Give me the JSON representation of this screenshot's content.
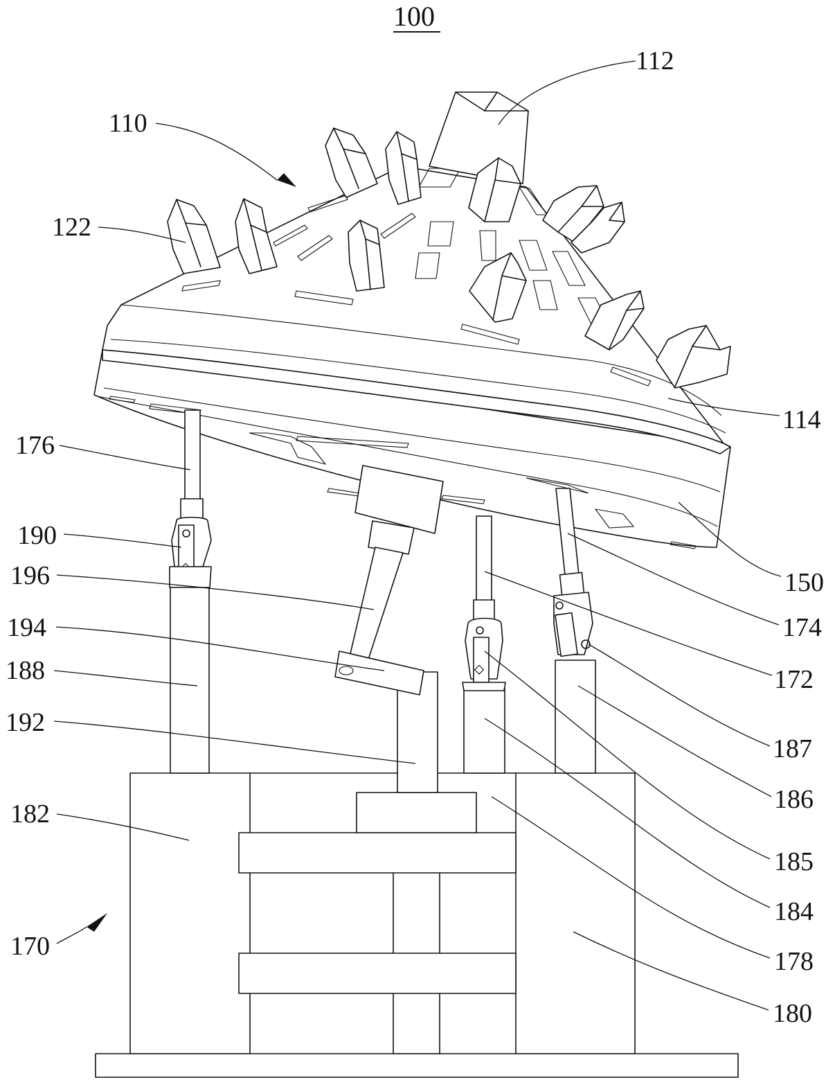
{
  "figure": {
    "title": "100",
    "refs": {
      "r110": "110",
      "r112": "112",
      "r122": "122",
      "r114": "114",
      "r176": "176",
      "r190": "190",
      "r196": "196",
      "r194": "194",
      "r188": "188",
      "r192": "192",
      "r182": "182",
      "r170": "170",
      "r150": "150",
      "r174": "174",
      "r172": "172",
      "r187": "187",
      "r186": "186",
      "r185": "185",
      "r184": "184",
      "r178": "178",
      "r180": "180"
    }
  }
}
